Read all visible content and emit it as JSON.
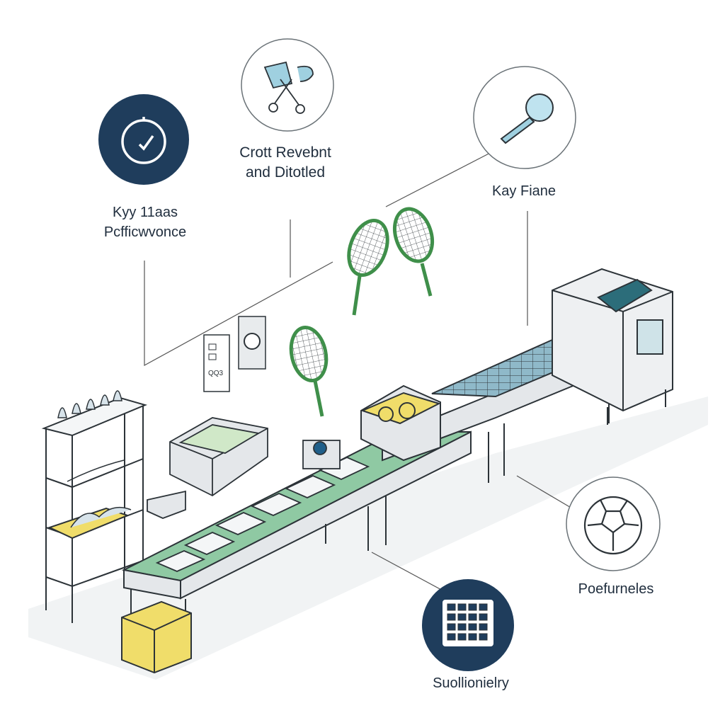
{
  "labels": {
    "clock": {
      "line1": "Kyy 11aas",
      "line2": "Pcfficwvonce"
    },
    "tools": {
      "line1": "Crott Revebnt",
      "line2": "and Ditotled"
    },
    "key_frame": {
      "line1": "Kay Fiane"
    },
    "ball": {
      "line1": "Poefurneles"
    },
    "grid": {
      "line1": "Suollionielry"
    },
    "wall_sign": "QQ3"
  },
  "icons": {
    "clock": "clock-icon",
    "tools": "scissors-tools-icon",
    "magnifier": "magnifier-icon",
    "ball": "soccer-ball-icon",
    "grid": "grid-panel-icon",
    "racket": "racket-icon"
  },
  "colors": {
    "navy": "#1f3d5c",
    "green": "#4fa85a",
    "belt_green": "#8fc9a3",
    "yellow": "#f0dd6a",
    "solar": "#8fb9c9",
    "steel": "#e4e7ea",
    "outline": "#2c3338"
  }
}
